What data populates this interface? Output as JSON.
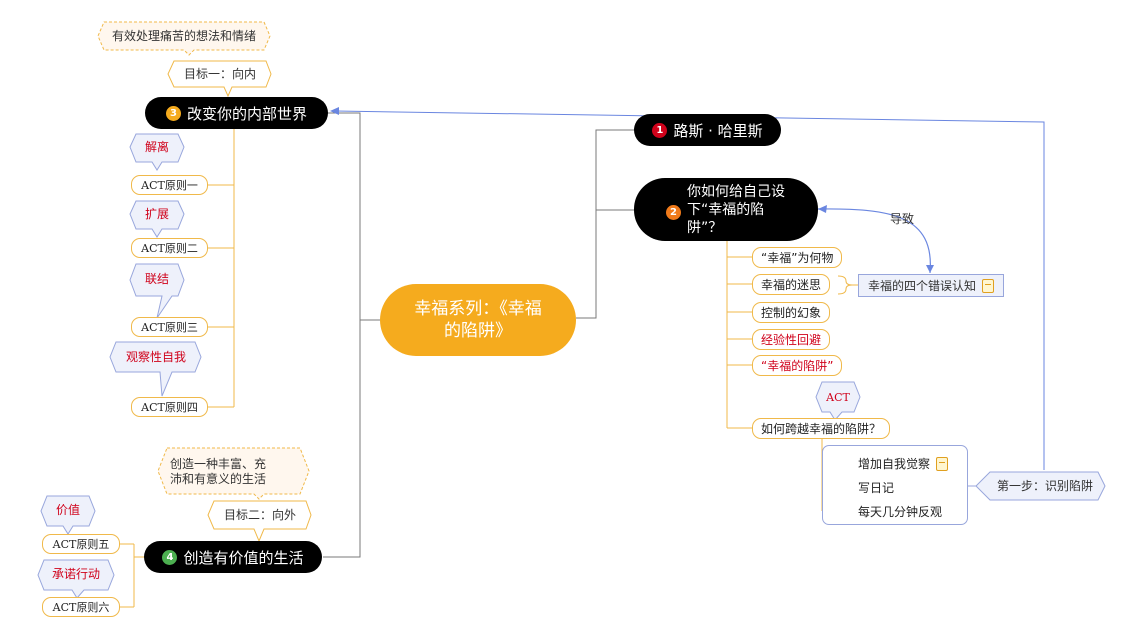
{
  "central": {
    "title": "幸福系列：《幸福的陷阱》"
  },
  "branches": {
    "b1": {
      "num": "1",
      "title": "路斯 · 哈里斯",
      "color": "#d0021b"
    },
    "b2": {
      "num": "2",
      "title": "你如何给自己设下“幸福的陷阱”？",
      "color": "#f07a1a"
    },
    "b3": {
      "num": "3",
      "title": "改变你的内部世界",
      "color": "#f5ab1e"
    },
    "b4": {
      "num": "4",
      "title": "创造有价值的生活",
      "color": "#4caf50"
    }
  },
  "trap_items": [
    {
      "label": "“幸福”为何物"
    },
    {
      "label": "幸福的迷思"
    },
    {
      "label": "控制的幻象"
    },
    {
      "label": "经验性回避"
    },
    {
      "label": "“幸福的陷阱”"
    },
    {
      "label": "如何跨越幸福的陷阱？"
    }
  ],
  "summary_label": "幸福的四个错误认知",
  "relation_label": "导致",
  "act_callout": "ACT",
  "cross_items": [
    "增加自我觉察",
    "写日记",
    "每天几分钟反观"
  ],
  "first_step": "第一步：识别陷阱",
  "goal1": {
    "label": "目标一：向内",
    "note": "有效处理痛苦的想法和情绪"
  },
  "goal2": {
    "label": "目标二：向外",
    "note": "创造一种丰富、充沛和有意义的生活"
  },
  "inner_principles": [
    {
      "label": "ACT原则一",
      "callout": "解离"
    },
    {
      "label": "ACT原则二",
      "callout": "扩展"
    },
    {
      "label": "ACT原则三",
      "callout": "联结"
    },
    {
      "label": "ACT原则四",
      "callout": "观察性自我"
    }
  ],
  "outer_principles": [
    {
      "label": "ACT原则五",
      "callout": "价值"
    },
    {
      "label": "ACT原则六",
      "callout": "承诺行动"
    }
  ],
  "colors": {
    "central": "#f5ab1e",
    "orange_line": "#f0b94a",
    "relation": "#6a86e0",
    "callout_border": "#98a6dc",
    "red_text": "#d0021b"
  },
  "icons": {
    "note": "note-icon"
  }
}
